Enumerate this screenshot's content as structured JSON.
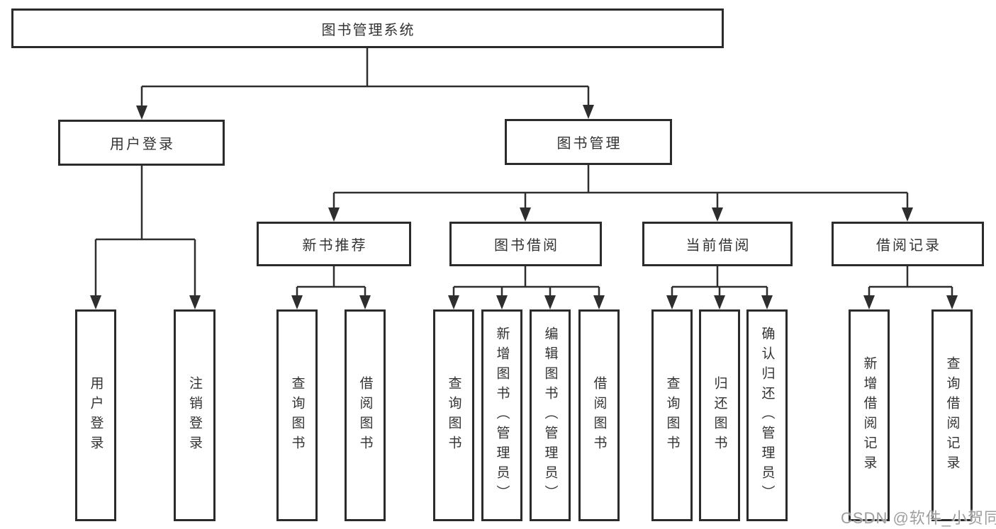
{
  "diagram": {
    "type": "hierarchy-tree",
    "palette": {
      "line": "#2e2e2e",
      "box_border": "#2b2b2b",
      "box_fill": "#ffffff",
      "text": "#333333",
      "background": "#ffffff",
      "watermark_text_color": "#919191"
    },
    "nodes": {
      "root": {
        "label": "图书管理系统"
      },
      "userLogin": {
        "label": "用户登录"
      },
      "bookMgmt": {
        "label": "图书管理"
      },
      "newBook": {
        "label": "新书推荐"
      },
      "bookBorrow": {
        "label": "图书借阅"
      },
      "currentBorrow": {
        "label": "当前借阅"
      },
      "borrowRecords": {
        "label": "借阅记录"
      },
      "leafUserLogin": {
        "label": "用户登录"
      },
      "leafLogout": {
        "label": "注销登录"
      },
      "nbQueryBook": {
        "label": "查询图书"
      },
      "nbBorrowBook": {
        "label": "借阅图书"
      },
      "bwQueryBook": {
        "label": "查询图书"
      },
      "bwAddBook": {
        "label": "新增图书（管理员）"
      },
      "bwEditBook": {
        "label": "编辑图书（管理员）"
      },
      "bwBorrowBook": {
        "label": "借阅图书"
      },
      "curQueryBook": {
        "label": "查询图书"
      },
      "curReturnBook": {
        "label": "归还图书"
      },
      "curConfirmReturn": {
        "label": "确认归还（管理员）"
      },
      "recAddRecord": {
        "label": "新增借阅记录"
      },
      "recQueryRecord": {
        "label": "查询借阅记录"
      }
    },
    "edges": [
      "root->userLogin",
      "root->bookMgmt",
      "userLogin->leafUserLogin",
      "userLogin->leafLogout",
      "bookMgmt->newBook",
      "bookMgmt->bookBorrow",
      "bookMgmt->currentBorrow",
      "bookMgmt->borrowRecords",
      "newBook->nbQueryBook",
      "newBook->nbBorrowBook",
      "bookBorrow->bwQueryBook",
      "bookBorrow->bwAddBook",
      "bookBorrow->bwEditBook",
      "bookBorrow->bwBorrowBook",
      "currentBorrow->curQueryBook",
      "currentBorrow->curReturnBook",
      "currentBorrow->curConfirmReturn",
      "borrowRecords->recAddRecord",
      "borrowRecords->recQueryRecord"
    ]
  },
  "watermark": {
    "text": "CSDN @软件_小贺同学"
  }
}
